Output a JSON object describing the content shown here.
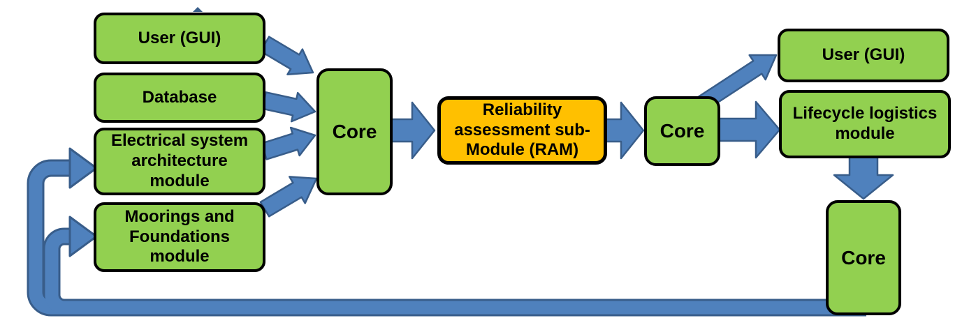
{
  "diagram": {
    "background": "#ffffff",
    "colors": {
      "node_green": "#92D050",
      "node_orange": "#FFC000",
      "node_border": "#000000",
      "text": "#000000",
      "arrow_fill": "#4F81BD",
      "arrow_outline": "#385D8A"
    },
    "nodes": {
      "user_gui_left": {
        "label": "User (GUI)"
      },
      "database": {
        "label": "Database"
      },
      "electrical": {
        "label": "Electrical system\narchitecture\nmodule"
      },
      "moorings": {
        "label": "Moorings and\nFoundations\nmodule"
      },
      "core_1": {
        "label": "Core"
      },
      "ram": {
        "label": "Reliability\nassessment sub-\nModule (RAM)"
      },
      "core_2": {
        "label": "Core"
      },
      "user_gui_right": {
        "label": "User (GUI)"
      },
      "lifecycle": {
        "label": "Lifecycle logistics\nmodule"
      },
      "core_3": {
        "label": "Core"
      }
    },
    "edges": [
      {
        "id": "e1",
        "from": "user_gui_left",
        "to": "core_1"
      },
      {
        "id": "e2",
        "from": "database",
        "to": "core_1"
      },
      {
        "id": "e3",
        "from": "electrical",
        "to": "core_1"
      },
      {
        "id": "e4",
        "from": "moorings",
        "to": "core_1"
      },
      {
        "id": "e5",
        "from": "core_1",
        "to": "ram"
      },
      {
        "id": "e6",
        "from": "ram",
        "to": "core_2"
      },
      {
        "id": "e7",
        "from": "core_2",
        "to": "user_gui_right"
      },
      {
        "id": "e8",
        "from": "core_2",
        "to": "lifecycle"
      },
      {
        "id": "e9",
        "from": "lifecycle",
        "to": "core_3"
      },
      {
        "id": "e10",
        "from": "core_3",
        "to": "electrical"
      },
      {
        "id": "e11",
        "from": "core_3",
        "to": "moorings"
      }
    ],
    "decorations": [
      {
        "id": "top_arrow_tip",
        "note": "cropped arrow tip at top edge"
      }
    ]
  }
}
